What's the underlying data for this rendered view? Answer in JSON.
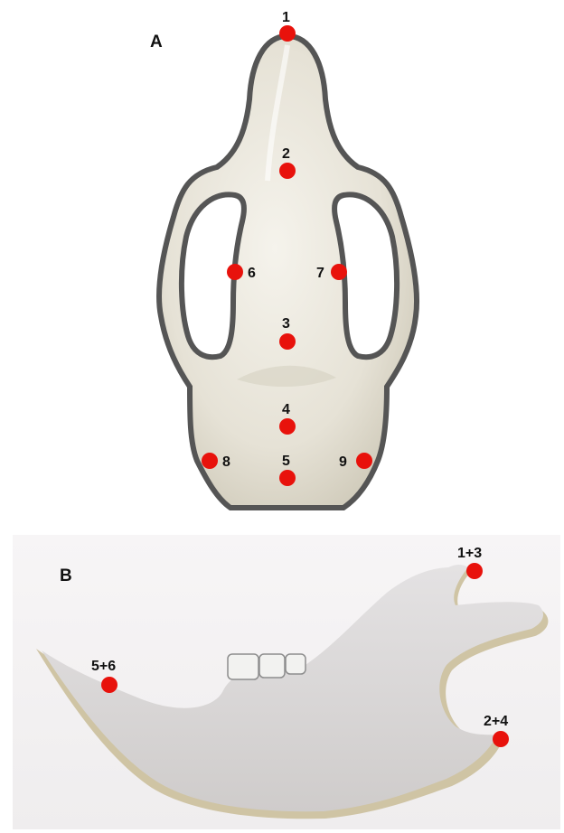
{
  "panels": {
    "a": {
      "label": "A",
      "landmarks": [
        {
          "id": "1",
          "label": "1"
        },
        {
          "id": "2",
          "label": "2"
        },
        {
          "id": "3",
          "label": "3"
        },
        {
          "id": "4",
          "label": "4"
        },
        {
          "id": "5",
          "label": "5"
        },
        {
          "id": "6",
          "label": "6"
        },
        {
          "id": "7",
          "label": "7"
        },
        {
          "id": "8",
          "label": "8"
        },
        {
          "id": "9",
          "label": "9"
        }
      ]
    },
    "b": {
      "label": "B",
      "landmarks": [
        {
          "id": "1+3",
          "label": "1+3"
        },
        {
          "id": "2+4",
          "label": "2+4"
        },
        {
          "id": "5+6",
          "label": "5+6"
        }
      ]
    }
  },
  "colors": {
    "landmark": "#e8120c",
    "skull_fill": "#e9e6dc",
    "skull_outline": "#555555",
    "jaw_fill": "#d9d6d4",
    "jaw_rim": "#c8b98f",
    "panel_b_background": "#f3f1f2"
  }
}
